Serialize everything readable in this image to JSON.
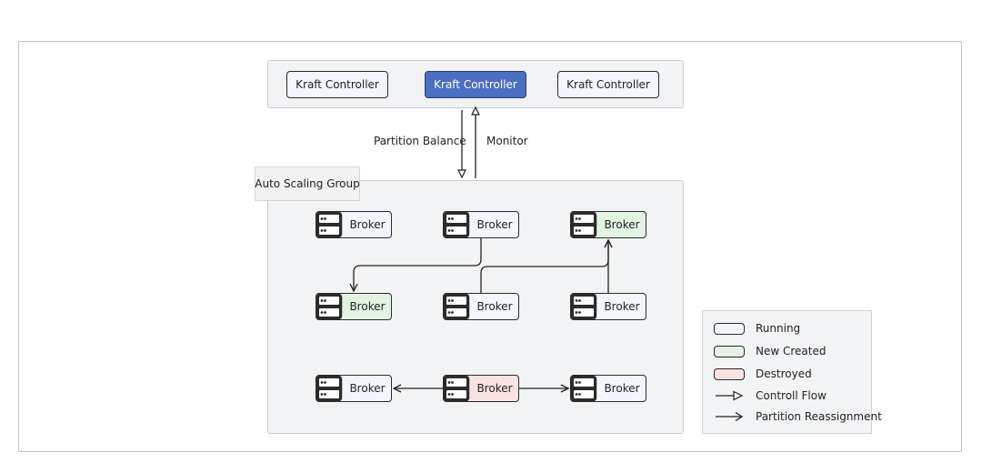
{
  "controllers": [
    {
      "label": "Kraft Controller",
      "active": false
    },
    {
      "label": "Kraft Controller",
      "active": true
    },
    {
      "label": "Kraft Controller",
      "active": false
    }
  ],
  "flow_labels": {
    "down": "Partition Balance",
    "up": "Monitor"
  },
  "group": {
    "label": "Auto Scaling Group"
  },
  "brokers": [
    {
      "label": "Broker",
      "state": "running"
    },
    {
      "label": "Broker",
      "state": "running"
    },
    {
      "label": "Broker",
      "state": "new"
    },
    {
      "label": "Broker",
      "state": "new"
    },
    {
      "label": "Broker",
      "state": "running"
    },
    {
      "label": "Broker",
      "state": "running"
    },
    {
      "label": "Broker",
      "state": "running"
    },
    {
      "label": "Broker",
      "state": "destroyed"
    },
    {
      "label": "Broker",
      "state": "running"
    }
  ],
  "legend": {
    "running": "Running",
    "new": "New Created",
    "destroyed": "Destroyed",
    "control_flow": "Controll Flow",
    "reassignment": "Partition Reassignment"
  },
  "colors": {
    "running": "#f3f6fc",
    "new": "#e3f3e3",
    "destroyed": "#fbe2e2",
    "active_controller": "#4a6fc1"
  }
}
